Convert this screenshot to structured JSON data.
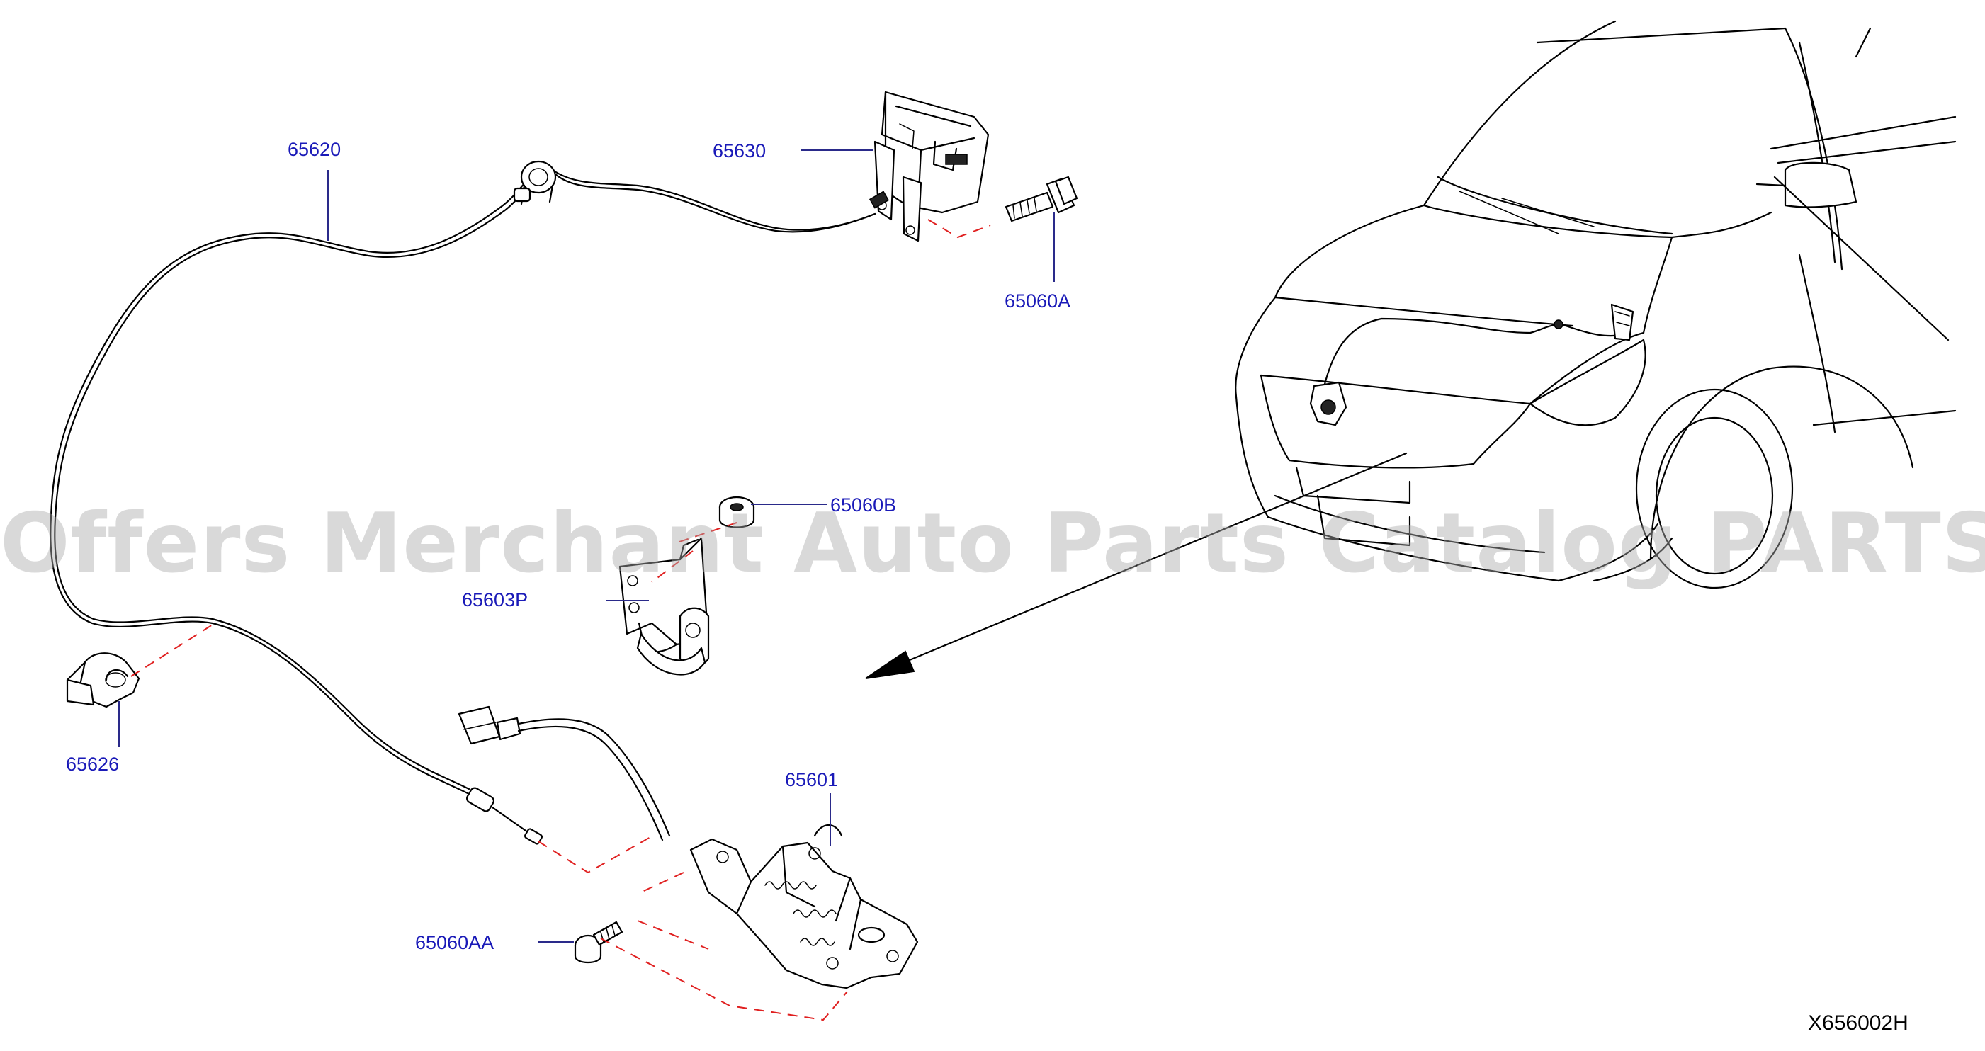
{
  "parts": [
    {
      "id": "p65620",
      "label": "65620"
    },
    {
      "id": "p65630",
      "label": "65630"
    },
    {
      "id": "p65060A",
      "label": "65060A"
    },
    {
      "id": "p65060B",
      "label": "65060B"
    },
    {
      "id": "p65603P",
      "label": "65603P"
    },
    {
      "id": "p65626",
      "label": "65626"
    },
    {
      "id": "p65601",
      "label": "65601"
    },
    {
      "id": "p65060AA",
      "label": "65060AA"
    }
  ],
  "diagram_code": "X656002H",
  "watermark": "Offers Merchant Auto Parts Catalog PARTSTORE.SA",
  "colors": {
    "label": "#1a1ab8",
    "dashed_line": "#e02020",
    "line_art": "#000000"
  }
}
